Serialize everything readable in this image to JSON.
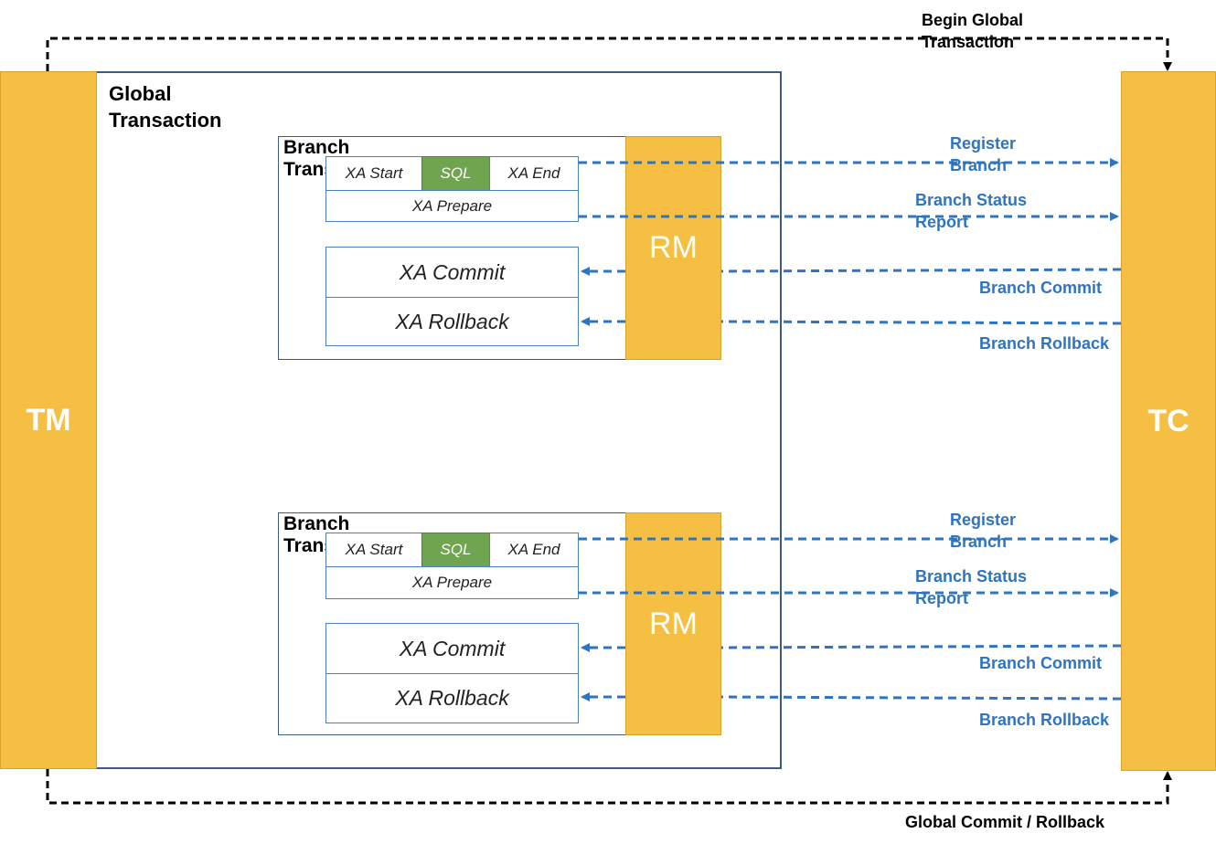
{
  "tm_label": "TM",
  "tc_label": "TC",
  "global_transaction": {
    "line1": "Global",
    "line2": "Transaction"
  },
  "begin_global": {
    "line1": "Begin Global",
    "line2": "Transaction"
  },
  "global_commit_rollback": "Global Commit / Rollback",
  "branches": [
    {
      "title": "Branch Transaction",
      "xa_start": "XA Start",
      "sql": "SQL",
      "xa_end": "XA End",
      "xa_prepare": "XA Prepare",
      "xa_commit": "XA Commit",
      "xa_rollback": "XA Rollback",
      "rm": "RM",
      "register_branch": {
        "line1": "Register",
        "line2": "Branch"
      },
      "branch_status_report": {
        "line1": "Branch Status",
        "line2": "Report"
      },
      "branch_commit": "Branch Commit",
      "branch_rollback": "Branch Rollback"
    },
    {
      "title": "Branch Transaction",
      "xa_start": "XA Start",
      "sql": "SQL",
      "xa_end": "XA End",
      "xa_prepare": "XA Prepare",
      "xa_commit": "XA Commit",
      "xa_rollback": "XA Rollback",
      "rm": "RM",
      "register_branch": {
        "line1": "Register",
        "line2": "Branch"
      },
      "branch_status_report": {
        "line1": "Branch Status",
        "line2": "Report"
      },
      "branch_commit": "Branch Commit",
      "branch_rollback": "Branch Rollback"
    }
  ],
  "colors": {
    "bar_fill": "#F4BF42",
    "frame_border": "#3C5A82",
    "cell_border": "#4A7FC1",
    "sql_fill": "#6FA54F",
    "arrow_blue": "#2F74C0",
    "arrow_black": "#000000"
  }
}
